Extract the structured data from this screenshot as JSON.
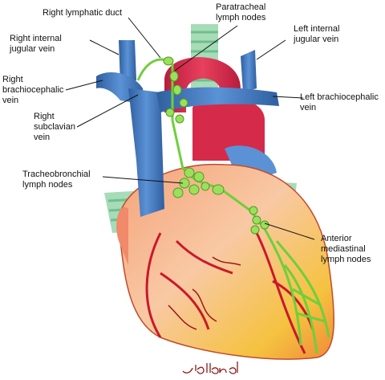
{
  "labels": {
    "right_lymphatic_duct": "Right lymphatic duct",
    "paratracheal": [
      "Paratracheal",
      "lymph nodes"
    ],
    "right_internal_jugular": [
      "Right internal",
      "jugular vein"
    ],
    "left_internal_jugular": [
      "Left internal",
      "jugular vein"
    ],
    "right_brachiocephalic": [
      "Right",
      "brachiocephalic",
      "vein"
    ],
    "left_brachiocephalic": [
      "Left brachiocephalic",
      "vein"
    ],
    "right_subclavian": [
      "Right",
      "subclavian",
      "vein"
    ],
    "tracheobronchial": [
      "Tracheobronchial",
      "lymph nodes"
    ],
    "anterior_mediastinal": [
      "Anterior",
      "mediastinal",
      "lymph nodes"
    ]
  },
  "signature": "J. Holland",
  "colors": {
    "vein": "#4a80c8",
    "vein_dark": "#2f5f9f",
    "artery": "#d62a4a",
    "heart_light": "#f6b39a",
    "heart_yellow": "#f5c240",
    "lymph": "#8fd84a",
    "lymph_dark": "#5aa52a",
    "trachea": "#9ad7b0"
  }
}
